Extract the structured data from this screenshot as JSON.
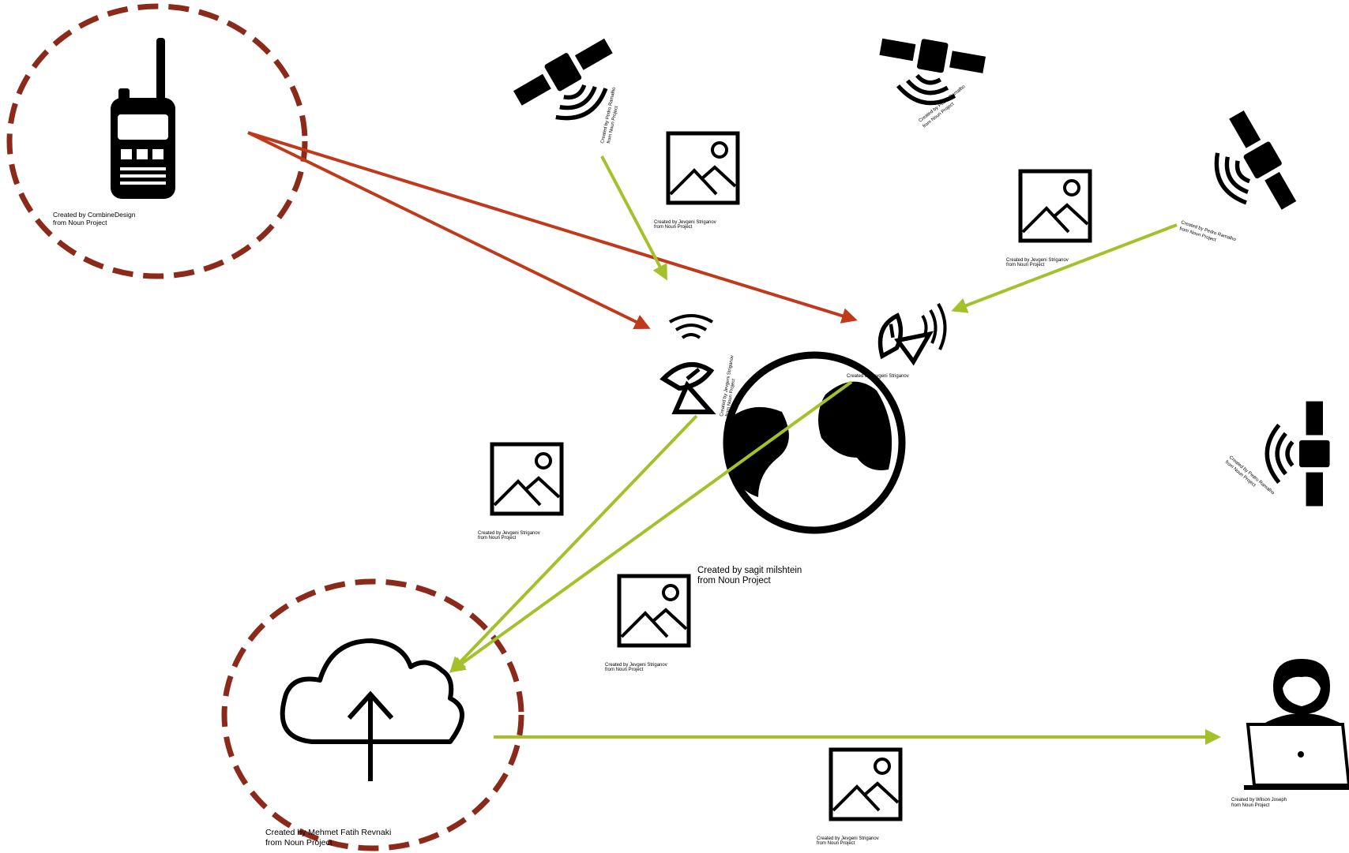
{
  "colors": {
    "red_arrow": "#c0391b",
    "green_arrow": "#a3c12a",
    "dashed_circle": "#8b2a1a",
    "icon": "#000000",
    "background": "#ffffff"
  },
  "icons": {
    "walkie_talkie": "walkie-talkie-icon",
    "satellite": "satellite-icon",
    "image_placeholder": "image-placeholder-icon",
    "dish_antenna": "dish-antenna-icon",
    "globe": "globe-icon",
    "cloud_upload": "cloud-upload-icon",
    "user_laptop": "user-laptop-icon"
  },
  "credits": {
    "walkie": [
      "Created by CombineDesign",
      "from Noun Project"
    ],
    "satellite": [
      "Created by Pedro Ramalho",
      "from Noun Project"
    ],
    "image": [
      "Created by Jevgeni Striganov",
      "from Noun Project"
    ],
    "globe": [
      "Created by sagit milshtein",
      "from Noun Project"
    ],
    "cloud": [
      "Created by Mehmet Fatih Revnaki",
      "from Noun Project"
    ],
    "user": [
      "Created by Wilson Joseph",
      "from Noun Project"
    ]
  }
}
